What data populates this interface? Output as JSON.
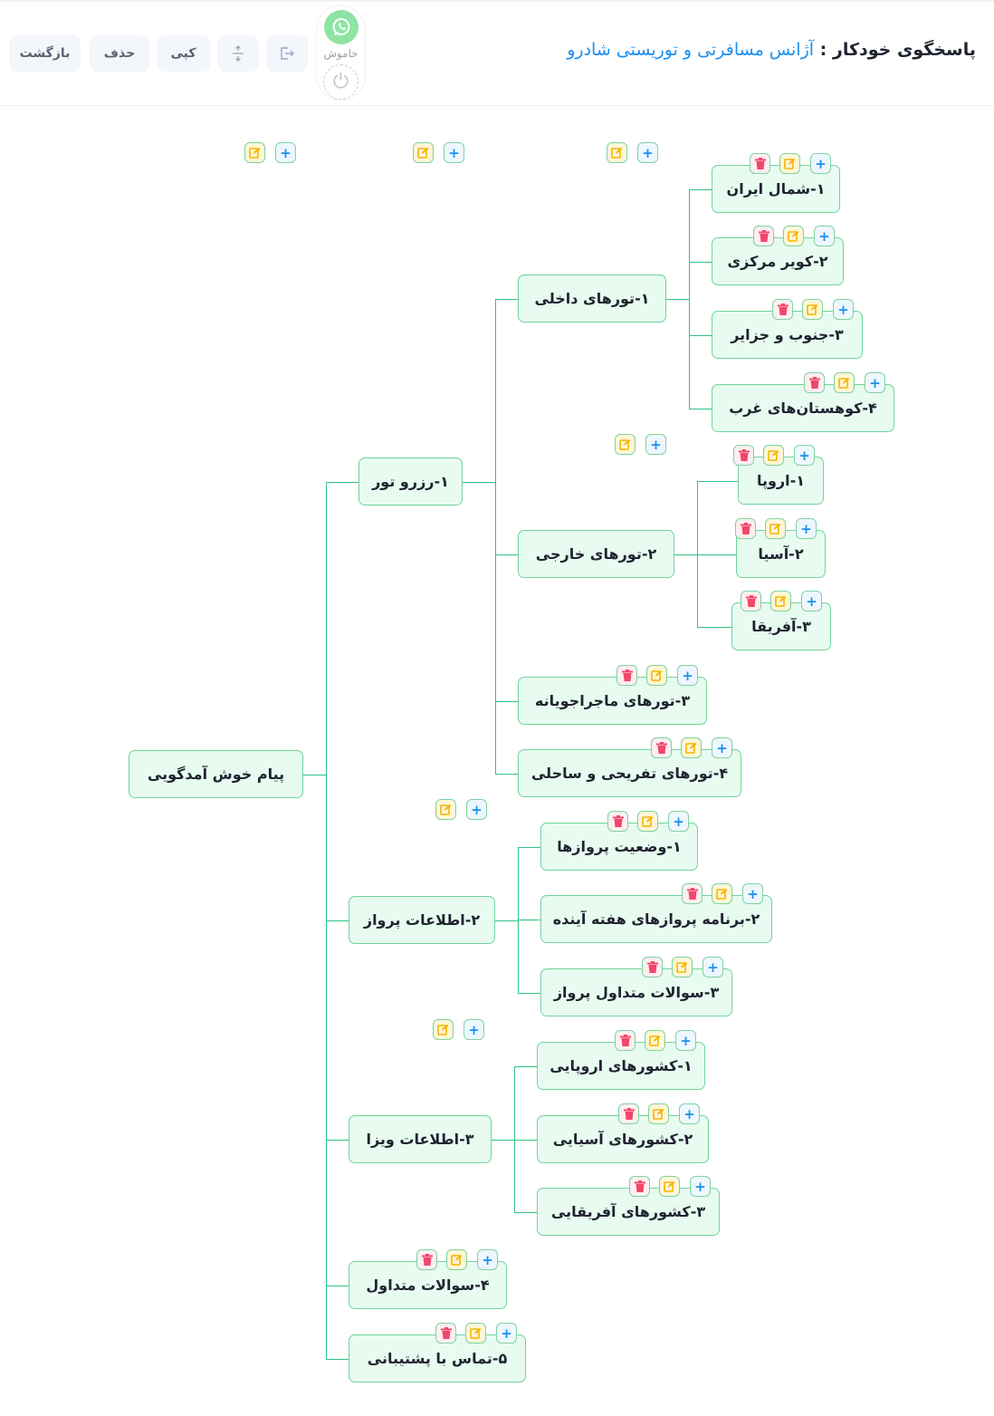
{
  "header": {
    "title_prefix": "پاسخگوی خودکار : ",
    "title_brand": "آژانس مسافرتی و توریستی شادرو",
    "buttons": {
      "back": "بازگشت",
      "delete": "حذف",
      "copy": "کپی"
    },
    "whatsapp_status": "خاموش"
  },
  "colors": {
    "accent": "#1a8ff0",
    "node_bg": "#e8fbf0",
    "line": "#2fc383",
    "delete": "#f0476a",
    "edit": "#f3b400"
  },
  "tree": {
    "label": "پیام خوش آمدگویی",
    "children": [
      {
        "label": "۱-رزرو تور",
        "children": [
          {
            "label": "۱-تورهای داخلی",
            "children": [
              {
                "label": "۱-شمال ایران"
              },
              {
                "label": "۲-کویر مرکزی"
              },
              {
                "label": "۳-جنوب و جزایر"
              },
              {
                "label": "۴-کوهستان‌های غرب"
              }
            ]
          },
          {
            "label": "۲-تورهای خارجی",
            "children": [
              {
                "label": "۱-اروپا"
              },
              {
                "label": "۲-آسیا"
              },
              {
                "label": "۳-آفریقا"
              }
            ]
          },
          {
            "label": "۳-تورهای ماجراجویانه"
          },
          {
            "label": "۴-تورهای تفریحی و ساحلی"
          }
        ]
      },
      {
        "label": "۲-اطلاعات پرواز",
        "children": [
          {
            "label": "۱-وضعیت پروازها"
          },
          {
            "label": "۲-برنامه پروازهای هفته آینده"
          },
          {
            "label": "۳-سوالات متداول پرواز"
          }
        ]
      },
      {
        "label": "۳-اطلاعات ویزا",
        "children": [
          {
            "label": "۱-کشورهای اروپایی"
          },
          {
            "label": "۲-کشورهای آسیایی"
          },
          {
            "label": "۳-کشورهای آفریقایی"
          }
        ]
      },
      {
        "label": "۴-سوالات متداول"
      },
      {
        "label": "۵-تماس با پشتیبانی"
      }
    ]
  }
}
